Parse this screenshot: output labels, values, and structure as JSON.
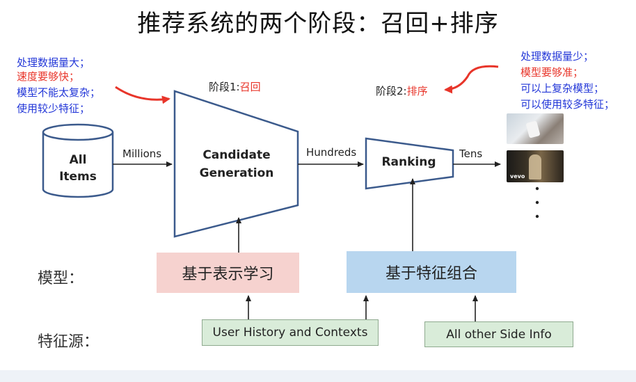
{
  "title": "推荐系统的两个阶段：召回+排序",
  "left_notes": [
    {
      "text": "处理数据量大；",
      "color": "blue"
    },
    {
      "text": "速度要够快；",
      "color": "red"
    },
    {
      "text": "模型不能太复杂；",
      "color": "blue"
    },
    {
      "text": "使用较少特征；",
      "color": "blue"
    }
  ],
  "right_notes": [
    {
      "text": "处理数据量少；",
      "color": "blue"
    },
    {
      "text": "模型要够准；",
      "color": "red"
    },
    {
      "text": "可以上复杂模型；",
      "color": "blue"
    },
    {
      "text": "可以使用较多特征；",
      "color": "blue"
    }
  ],
  "stage1": {
    "prefix": "阶段1:",
    "highlight": "召回"
  },
  "stage2": {
    "prefix": "阶段2:",
    "highlight": "排序"
  },
  "all_items": {
    "line1": "All",
    "line2": "Items"
  },
  "candidate": {
    "line1": "Candidate",
    "line2": "Generation"
  },
  "ranking": {
    "label": "Ranking"
  },
  "flows": {
    "millions": "Millions",
    "hundreds": "Hundreds",
    "tens": "Tens"
  },
  "thumbnail_logo": "vevo",
  "row_labels": {
    "model": "模型：",
    "features": "特征源："
  },
  "model_boxes": {
    "representation": "基于表示学习",
    "feature_combo": "基于特征组合"
  },
  "feature_boxes": {
    "history": "User History and Contexts",
    "side_info": "All other Side Info"
  },
  "colors": {
    "note_blue": "#2337d8",
    "note_red": "#e8352a",
    "shape_stroke": "#3b5a8c",
    "model_box_pink": "#f6d2cf",
    "model_box_blue": "#b8d6ef",
    "feature_box_green": "#d9ecd9"
  }
}
